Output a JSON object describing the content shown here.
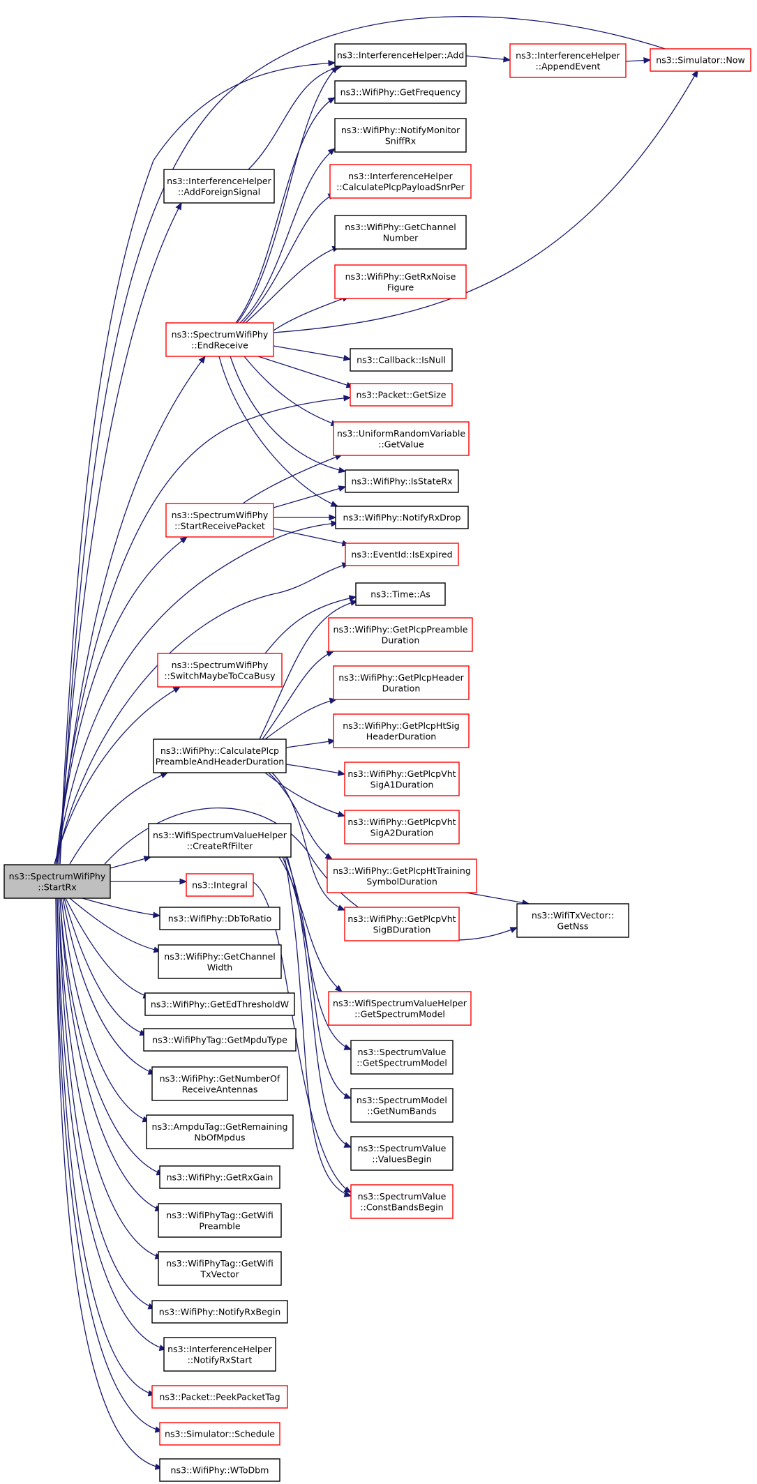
{
  "diagram": {
    "colors": {
      "background": "#ffffff",
      "edge": "#191970",
      "node_border_normal": "#000000",
      "node_border_truncated": "#ff0000",
      "root_fill": "#bfbfbf",
      "node_fill": "#ffffff",
      "text": "#000000"
    },
    "nodes": [
      {
        "id": "startrx",
        "lines": [
          "ns3::SpectrumWifiPhy",
          "::StartRx"
        ],
        "style": "root"
      },
      {
        "id": "ih_add",
        "lines": [
          "ns3::InterferenceHelper::Add"
        ],
        "style": "normal"
      },
      {
        "id": "ih_append",
        "lines": [
          "ns3::InterferenceHelper",
          "::AppendEvent"
        ],
        "style": "truncated"
      },
      {
        "id": "sim_now",
        "lines": [
          "ns3::Simulator::Now"
        ],
        "style": "truncated"
      },
      {
        "id": "getfreq",
        "lines": [
          "ns3::WifiPhy::GetFrequency"
        ],
        "style": "normal"
      },
      {
        "id": "notifymon",
        "lines": [
          "ns3::WifiPhy::NotifyMonitor",
          "SniffRx"
        ],
        "style": "normal"
      },
      {
        "id": "addforeign",
        "lines": [
          "ns3::InterferenceHelper",
          "::AddForeignSignal"
        ],
        "style": "normal"
      },
      {
        "id": "calcsnrper",
        "lines": [
          "ns3::InterferenceHelper",
          "::CalculatePlcpPayloadSnrPer"
        ],
        "style": "truncated"
      },
      {
        "id": "getchannum",
        "lines": [
          "ns3::WifiPhy::GetChannel",
          "Number"
        ],
        "style": "normal"
      },
      {
        "id": "getrxnoise",
        "lines": [
          "ns3::WifiPhy::GetRxNoise",
          "Figure"
        ],
        "style": "truncated"
      },
      {
        "id": "endreceive",
        "lines": [
          "ns3::SpectrumWifiPhy",
          "::EndReceive"
        ],
        "style": "truncated"
      },
      {
        "id": "isnull",
        "lines": [
          "ns3::Callback::IsNull"
        ],
        "style": "normal"
      },
      {
        "id": "getsize",
        "lines": [
          "ns3::Packet::GetSize"
        ],
        "style": "truncated"
      },
      {
        "id": "urv_getvalue",
        "lines": [
          "ns3::UniformRandomVariable",
          "::GetValue"
        ],
        "style": "truncated"
      },
      {
        "id": "isstaterx",
        "lines": [
          "ns3::WifiPhy::IsStateRx"
        ],
        "style": "normal"
      },
      {
        "id": "startrecvpkt",
        "lines": [
          "ns3::SpectrumWifiPhy",
          "::StartReceivePacket"
        ],
        "style": "truncated"
      },
      {
        "id": "notifyrxdrop",
        "lines": [
          "ns3::WifiPhy::NotifyRxDrop"
        ],
        "style": "normal"
      },
      {
        "id": "isexpired",
        "lines": [
          "ns3::EventId::IsExpired"
        ],
        "style": "truncated"
      },
      {
        "id": "time_as",
        "lines": [
          "ns3::Time::As"
        ],
        "style": "normal"
      },
      {
        "id": "getpreamble",
        "lines": [
          "ns3::WifiPhy::GetPlcpPreamble",
          "Duration"
        ],
        "style": "truncated"
      },
      {
        "id": "switchcca",
        "lines": [
          "ns3::SpectrumWifiPhy",
          "::SwitchMaybeToCcaBusy"
        ],
        "style": "truncated"
      },
      {
        "id": "getheader",
        "lines": [
          "ns3::WifiPhy::GetPlcpHeader",
          "Duration"
        ],
        "style": "truncated"
      },
      {
        "id": "gethtsig",
        "lines": [
          "ns3::WifiPhy::GetPlcpHtSig",
          "HeaderDuration"
        ],
        "style": "truncated"
      },
      {
        "id": "calcpreamblehdr",
        "lines": [
          "ns3::WifiPhy::CalculatePlcp",
          "PreambleAndHeaderDuration"
        ],
        "style": "normal"
      },
      {
        "id": "getvhtsiga1",
        "lines": [
          "ns3::WifiPhy::GetPlcpVht",
          "SigA1Duration"
        ],
        "style": "truncated"
      },
      {
        "id": "getvhtsiga2",
        "lines": [
          "ns3::WifiPhy::GetPlcpVht",
          "SigA2Duration"
        ],
        "style": "truncated"
      },
      {
        "id": "createrffilter",
        "lines": [
          "ns3::WifiSpectrumValueHelper",
          "::CreateRfFilter"
        ],
        "style": "normal"
      },
      {
        "id": "gethttraining",
        "lines": [
          "ns3::WifiPhy::GetPlcpHtTraining",
          "SymbolDuration"
        ],
        "style": "truncated"
      },
      {
        "id": "integral",
        "lines": [
          "ns3::Integral"
        ],
        "style": "truncated"
      },
      {
        "id": "getnss",
        "lines": [
          "ns3::WifiTxVector::",
          "GetNss"
        ],
        "style": "normal"
      },
      {
        "id": "getvhtsigb",
        "lines": [
          "ns3::WifiPhy::GetPlcpVht",
          "SigBDuration"
        ],
        "style": "truncated"
      },
      {
        "id": "dbtoratio",
        "lines": [
          "ns3::WifiPhy::DbToRatio"
        ],
        "style": "normal"
      },
      {
        "id": "getchanwidth",
        "lines": [
          "ns3::WifiPhy::GetChannel",
          "Width"
        ],
        "style": "normal"
      },
      {
        "id": "getedthresh",
        "lines": [
          "ns3::WifiPhy::GetEdThresholdW"
        ],
        "style": "normal"
      },
      {
        "id": "wsvh_getmodel",
        "lines": [
          "ns3::WifiSpectrumValueHelper",
          "::GetSpectrumModel"
        ],
        "style": "truncated"
      },
      {
        "id": "getmpdutype",
        "lines": [
          "ns3::WifiPhyTag::GetMpduType"
        ],
        "style": "normal"
      },
      {
        "id": "sv_getmodel",
        "lines": [
          "ns3::SpectrumValue",
          "::GetSpectrumModel"
        ],
        "style": "normal"
      },
      {
        "id": "getnumrxant",
        "lines": [
          "ns3::WifiPhy::GetNumberOf",
          "ReceiveAntennas"
        ],
        "style": "normal"
      },
      {
        "id": "sm_getnumbands",
        "lines": [
          "ns3::SpectrumModel",
          "::GetNumBands"
        ],
        "style": "normal"
      },
      {
        "id": "ampdu_remaining",
        "lines": [
          "ns3::AmpduTag::GetRemaining",
          "NbOfMpdus"
        ],
        "style": "normal"
      },
      {
        "id": "sv_valuesbegin",
        "lines": [
          "ns3::SpectrumValue",
          "::ValuesBegin"
        ],
        "style": "normal"
      },
      {
        "id": "getrxgain",
        "lines": [
          "ns3::WifiPhy::GetRxGain"
        ],
        "style": "normal"
      },
      {
        "id": "sv_constbands",
        "lines": [
          "ns3::SpectrumValue",
          "::ConstBandsBegin"
        ],
        "style": "truncated"
      },
      {
        "id": "getwifipreamble",
        "lines": [
          "ns3::WifiPhyTag::GetWifi",
          "Preamble"
        ],
        "style": "normal"
      },
      {
        "id": "getwifitxvec",
        "lines": [
          "ns3::WifiPhyTag::GetWifi",
          "TxVector"
        ],
        "style": "normal"
      },
      {
        "id": "notifyrxbegin",
        "lines": [
          "ns3::WifiPhy::NotifyRxBegin"
        ],
        "style": "normal"
      },
      {
        "id": "ih_notifyrxstart",
        "lines": [
          "ns3::InterferenceHelper",
          "::NotifyRxStart"
        ],
        "style": "normal"
      },
      {
        "id": "peekpackettag",
        "lines": [
          "ns3::Packet::PeekPacketTag"
        ],
        "style": "truncated"
      },
      {
        "id": "sim_schedule",
        "lines": [
          "ns3::Simulator::Schedule"
        ],
        "style": "truncated"
      },
      {
        "id": "wtodbm",
        "lines": [
          "ns3::WifiPhy::WToDbm"
        ],
        "style": "normal"
      }
    ]
  }
}
